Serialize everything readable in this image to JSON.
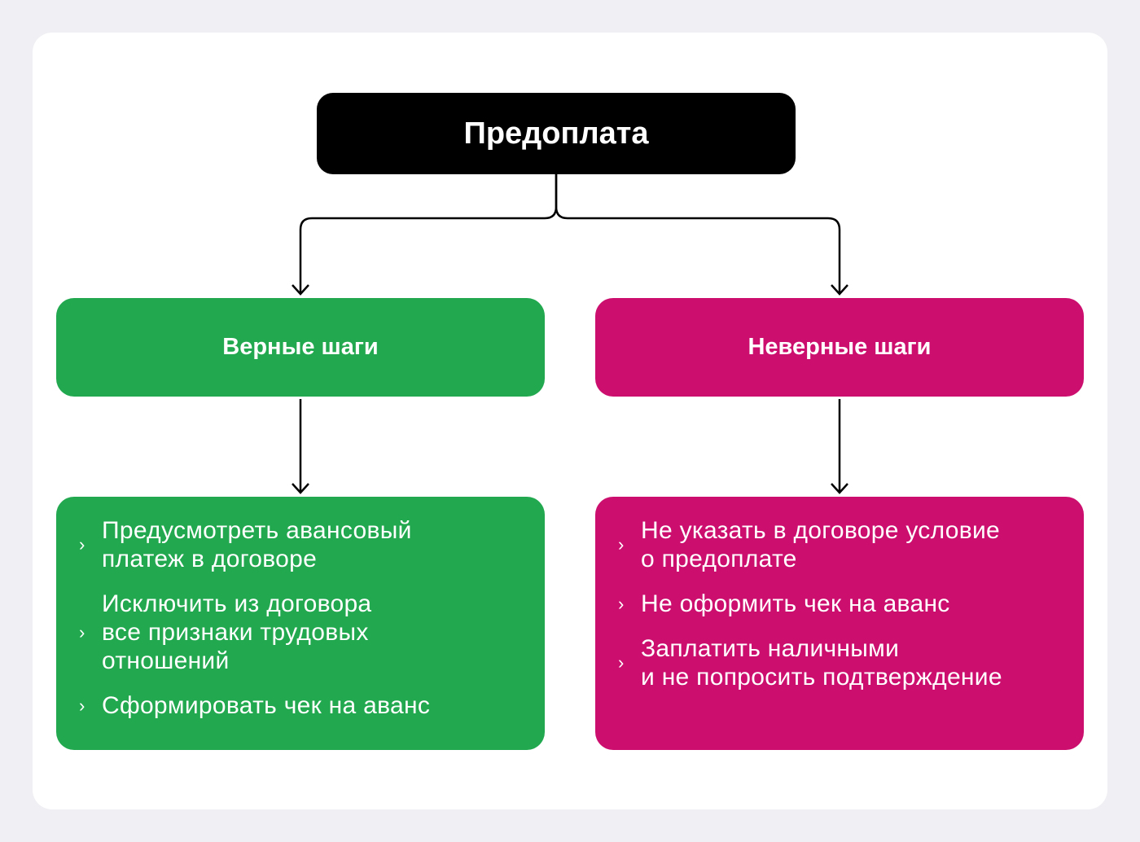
{
  "root": {
    "label": "Предоплата"
  },
  "left": {
    "header": "Верные шаги",
    "color": "#22a950",
    "items": [
      "Предусмотреть авансовый\nплатеж в договоре",
      "Исключить из договора\nвсе признаки трудовых\nотношений",
      "Сформировать чек на аванс"
    ]
  },
  "right": {
    "header": "Неверные шаги",
    "color": "#cc0f6f",
    "items": [
      "Не указать в договоре условие\nо предоплате",
      "Не оформить чек на аванс",
      "Заплатить наличными\nи не попросить подтверждение"
    ]
  },
  "bullet_icon": "chevron-right-icon"
}
